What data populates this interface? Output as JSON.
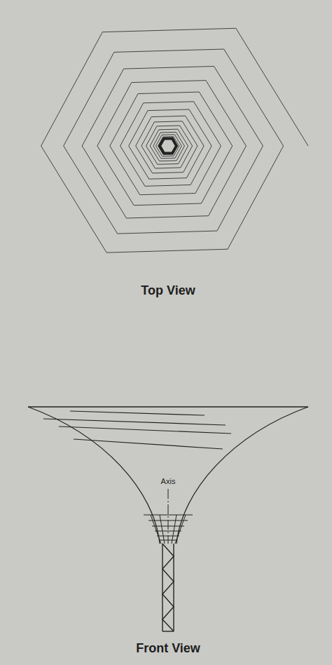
{
  "diagram": {
    "labels": [
      "Top View",
      "Axis",
      "Front View"
    ]
  }
}
